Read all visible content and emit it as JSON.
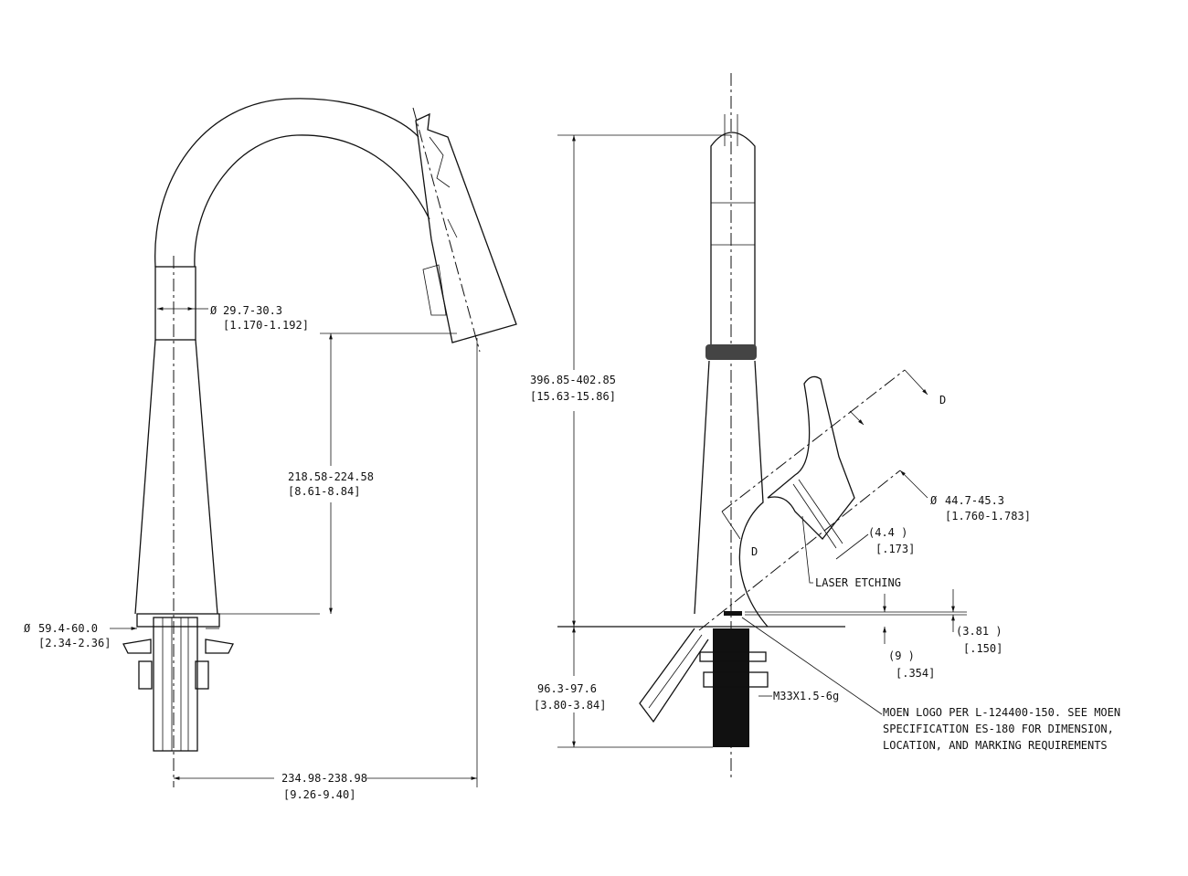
{
  "front_view": {
    "pipe_diameter": {
      "mm": "29.7-30.3",
      "in": "[1.170-1.192]"
    },
    "spout_height": {
      "mm": "218.58-224.58",
      "in": "[8.61-8.84]"
    },
    "base_diameter": {
      "mm": "59.4-60.0",
      "in": "[2.34-2.36]"
    },
    "reach": {
      "mm": "234.98-238.98",
      "in": "[9.26-9.40]"
    }
  },
  "side_view": {
    "overall_height": {
      "mm": "396.85-402.85",
      "in": "[15.63-15.86]"
    },
    "below_deck": {
      "mm": "96.3-97.6",
      "in": "[3.80-3.84]"
    },
    "handle_diameter": {
      "mm": "44.7-45.3",
      "in": "[1.760-1.783]"
    },
    "handle_gap": {
      "mm": "(4.4    )",
      "in": "[.173]"
    },
    "logo_offset_a": {
      "mm": "(3.81   )",
      "in": "[.150]"
    },
    "logo_offset_b": {
      "mm": "(9      )",
      "in": "[.354]"
    },
    "section_label": "D",
    "laser_etching": "LASER ETCHING",
    "thread": "M33X1.5-6g",
    "note": [
      "MOEN LOGO PER L-124400-150.  SEE MOEN",
      "SPECIFICATION ES-180 FOR DIMENSION,",
      "LOCATION, AND MARKING REQUIREMENTS"
    ]
  }
}
